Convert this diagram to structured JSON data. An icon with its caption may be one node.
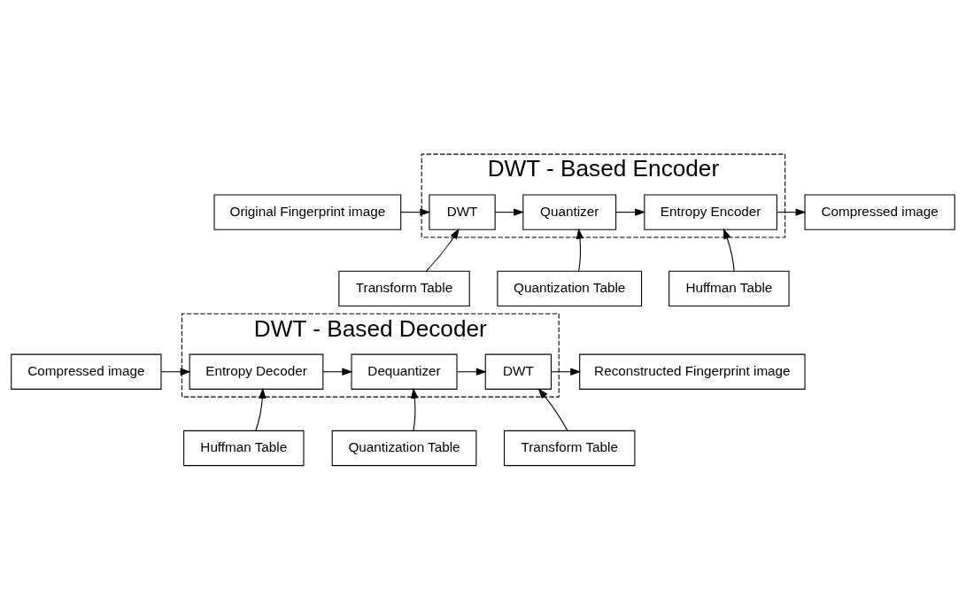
{
  "diagram": {
    "nodes": [
      {
        "text": [
          "Original Fingerprint image"
        ]
      },
      {
        "text": [
          "DWT - Based Encoder"
        ]
      },
      {
        "text": [
          "DWT"
        ],
        "in": 1
      },
      {
        "text": [
          "Quantizer"
        ],
        "in": 1
      },
      {
        "text": [
          "Entropy Encoder"
        ],
        "in": 1
      },
      {
        "text": [
          "Compressed image"
        ]
      },
      {
        "text": [
          "Transform Table"
        ]
      },
      {
        "text": [
          "Quantization Table"
        ]
      },
      {
        "text": [
          "Huffman Table"
        ]
      },
      {
        "text": [
          "DWT - Based Decoder"
        ]
      },
      {
        "text": [
          "Compressed image"
        ]
      },
      {
        "text": [
          "Entropy Decoder"
        ],
        "in": 9
      },
      {
        "text": [
          "Dequantizer"
        ],
        "in": 9
      },
      {
        "text": [
          "DWT"
        ],
        "in": 9
      },
      {
        "text": [
          "Reconstructed Fingerprint image"
        ]
      },
      {
        "text": [
          "Huffman Table"
        ]
      },
      {
        "text": [
          "Quantization Table"
        ]
      },
      {
        "text": [
          "Transform Table"
        ]
      }
    ],
    "edges": [
      {
        "from": 0,
        "to": 2,
        "arrow": "to"
      },
      {
        "from": 2,
        "to": 3,
        "arrow": "to"
      },
      {
        "from": 3,
        "to": 4,
        "arrow": "to"
      },
      {
        "from": 4,
        "to": 5,
        "arrow": "to"
      },
      {
        "from": 6,
        "to": 2,
        "arrow": "to"
      },
      {
        "from": 7,
        "to": 3,
        "arrow": "to"
      },
      {
        "from": 8,
        "to": 4,
        "arrow": "to"
      },
      {
        "from": 10,
        "to": 11,
        "arrow": "to"
      },
      {
        "from": 11,
        "to": 12,
        "arrow": "to"
      },
      {
        "from": 12,
        "to": 13,
        "arrow": "to"
      },
      {
        "from": 13,
        "to": 14,
        "arrow": "to"
      },
      {
        "from": 15,
        "to": 11,
        "arrow": "to"
      },
      {
        "from": 16,
        "to": 12,
        "arrow": "to"
      },
      {
        "from": 17,
        "to": 13,
        "arrow": "to"
      }
    ]
  }
}
